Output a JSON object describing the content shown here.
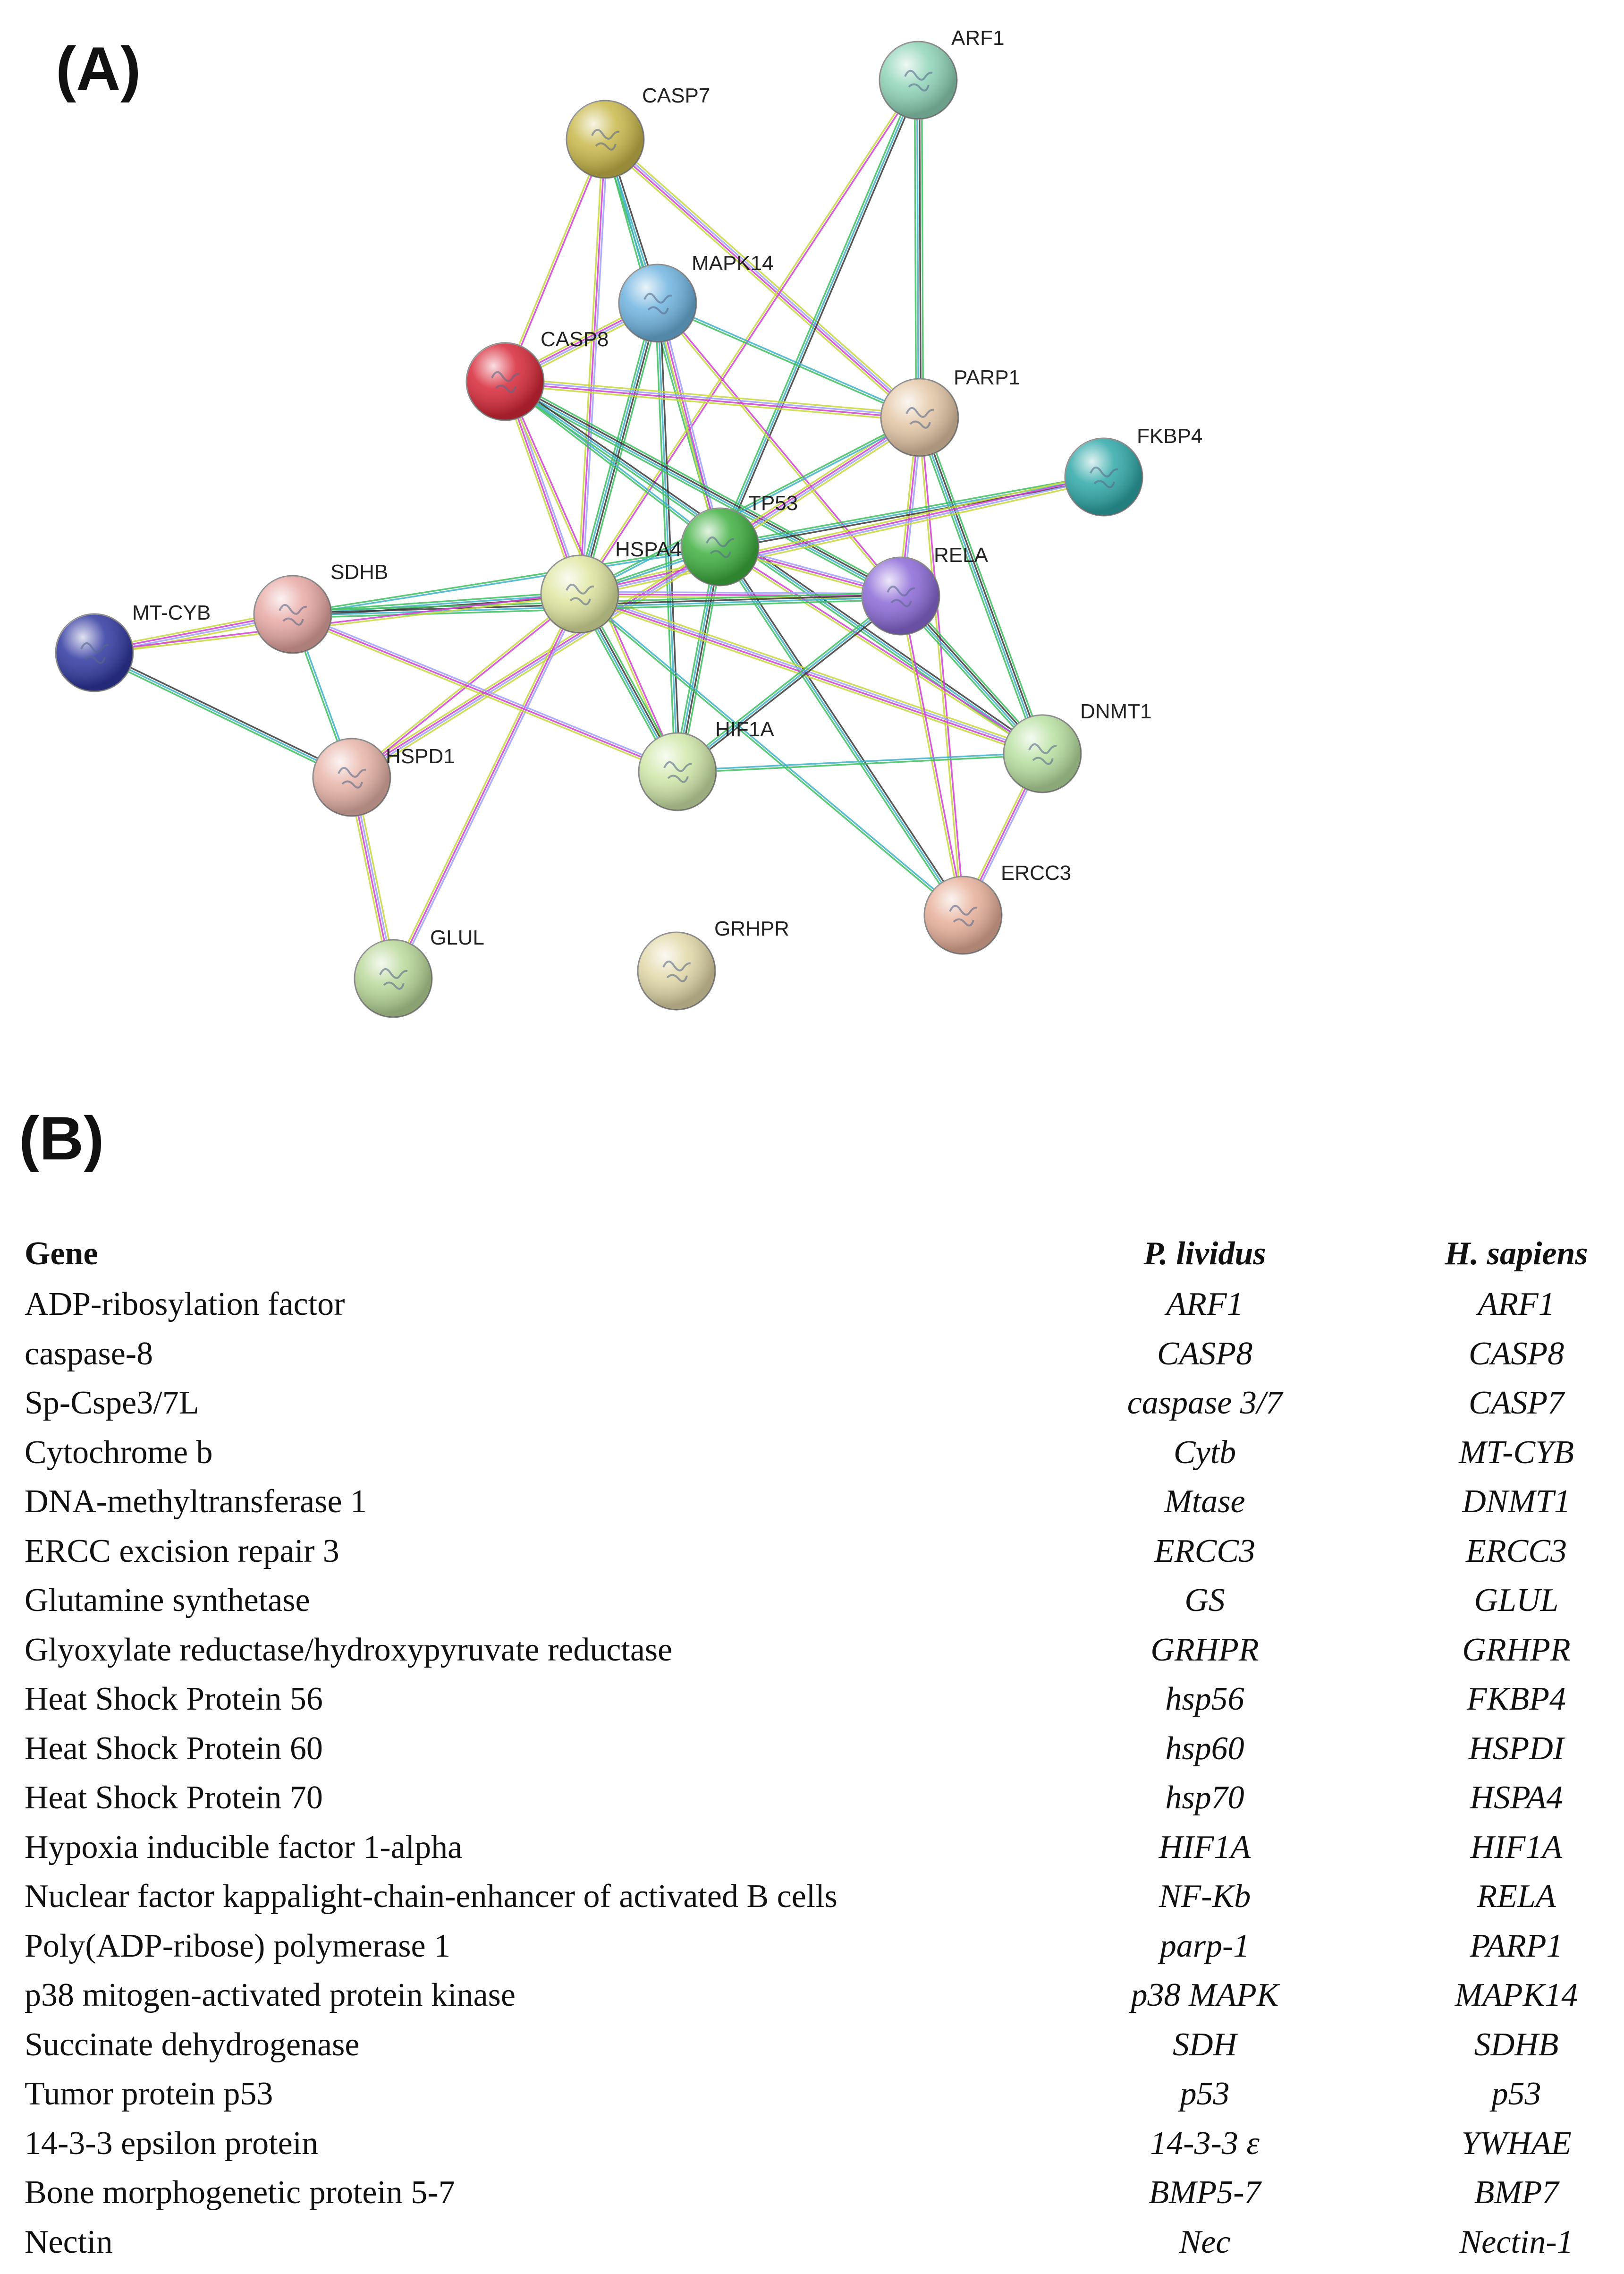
{
  "panel_a_label": "(A)",
  "panel_b_label": "(B)",
  "network": {
    "edge_palette": [
      "#d040d0",
      "#3a3a3a",
      "#c8d840",
      "#40b0c8",
      "#a0a0ff",
      "#40c060"
    ],
    "nodes": [
      {
        "id": "ARF1",
        "label": "ARF1",
        "color": "#8fd4b8"
      },
      {
        "id": "CASP7",
        "label": "CASP7",
        "color": "#c9b84a"
      },
      {
        "id": "MAPK14",
        "label": "MAPK14",
        "color": "#6fb4e0"
      },
      {
        "id": "CASP8",
        "label": "CASP8",
        "color": "#d82838"
      },
      {
        "id": "PARP1",
        "label": "PARP1",
        "color": "#e4c7a6"
      },
      {
        "id": "FKBP4",
        "label": "FKBP4",
        "color": "#2fa8a8"
      },
      {
        "id": "TP53",
        "label": "TP53",
        "color": "#3fb040"
      },
      {
        "id": "HSPA4",
        "label": "HSPA4",
        "color": "#dfe6a0"
      },
      {
        "id": "RELA",
        "label": "RELA",
        "color": "#8c6ad8"
      },
      {
        "id": "SDHB",
        "label": "SDHB",
        "color": "#e8a8a4"
      },
      {
        "id": "MT-CYB",
        "label": "MT-CYB",
        "color": "#3038a0"
      },
      {
        "id": "HSPD1",
        "label": "HSPD1",
        "color": "#e8b4a8"
      },
      {
        "id": "HIF1A",
        "label": "HIF1A",
        "color": "#cfe7a8"
      },
      {
        "id": "DNMT1",
        "label": "DNMT1",
        "color": "#b8e0a0"
      },
      {
        "id": "ERCC3",
        "label": "ERCC3",
        "color": "#e8b09a"
      },
      {
        "id": "GLUL",
        "label": "GLUL",
        "color": "#b8d898"
      },
      {
        "id": "GRHPR",
        "label": "GRHPR",
        "color": "#e2d8a8"
      }
    ],
    "edges": [
      [
        "CASP7",
        "CASP8"
      ],
      [
        "CASP7",
        "MAPK14"
      ],
      [
        "CASP7",
        "PARP1"
      ],
      [
        "CASP7",
        "TP53"
      ],
      [
        "CASP7",
        "HSPA4"
      ],
      [
        "ARF1",
        "PARP1"
      ],
      [
        "ARF1",
        "HSPA4"
      ],
      [
        "ARF1",
        "TP53"
      ],
      [
        "MAPK14",
        "CASP8"
      ],
      [
        "MAPK14",
        "PARP1"
      ],
      [
        "MAPK14",
        "TP53"
      ],
      [
        "MAPK14",
        "HSPA4"
      ],
      [
        "MAPK14",
        "RELA"
      ],
      [
        "MAPK14",
        "HIF1A"
      ],
      [
        "CASP8",
        "PARP1"
      ],
      [
        "CASP8",
        "TP53"
      ],
      [
        "CASP8",
        "HSPA4"
      ],
      [
        "CASP8",
        "RELA"
      ],
      [
        "CASP8",
        "HIF1A"
      ],
      [
        "CASP8",
        "DNMT1"
      ],
      [
        "PARP1",
        "TP53"
      ],
      [
        "PARP1",
        "HSPA4"
      ],
      [
        "PARP1",
        "RELA"
      ],
      [
        "PARP1",
        "DNMT1"
      ],
      [
        "PARP1",
        "ERCC3"
      ],
      [
        "FKBP4",
        "TP53"
      ],
      [
        "FKBP4",
        "HSPA4"
      ],
      [
        "TP53",
        "HSPA4"
      ],
      [
        "TP53",
        "RELA"
      ],
      [
        "TP53",
        "HIF1A"
      ],
      [
        "TP53",
        "DNMT1"
      ],
      [
        "TP53",
        "ERCC3"
      ],
      [
        "TP53",
        "HSPD1"
      ],
      [
        "TP53",
        "SDHB"
      ],
      [
        "HSPA4",
        "RELA"
      ],
      [
        "HSPA4",
        "HIF1A"
      ],
      [
        "HSPA4",
        "HSPD1"
      ],
      [
        "HSPA4",
        "SDHB"
      ],
      [
        "HSPA4",
        "DNMT1"
      ],
      [
        "HSPA4",
        "ERCC3"
      ],
      [
        "HSPA4",
        "GLUL"
      ],
      [
        "RELA",
        "DNMT1"
      ],
      [
        "RELA",
        "ERCC3"
      ],
      [
        "RELA",
        "HIF1A"
      ],
      [
        "SDHB",
        "MT-CYB"
      ],
      [
        "SDHB",
        "HSPD1"
      ],
      [
        "SDHB",
        "HIF1A"
      ],
      [
        "SDHB",
        "RELA"
      ],
      [
        "MT-CYB",
        "HSPA4"
      ],
      [
        "MT-CYB",
        "HSPD1"
      ],
      [
        "HSPD1",
        "GLUL"
      ],
      [
        "HIF1A",
        "DNMT1"
      ],
      [
        "DNMT1",
        "ERCC3"
      ]
    ]
  },
  "table": {
    "headers": [
      "Gene",
      "P. lividus",
      "H. sapiens"
    ],
    "rows": [
      [
        "ADP-ribosylation factor",
        "ARF1",
        "ARF1"
      ],
      [
        "caspase-8",
        "CASP8",
        "CASP8"
      ],
      [
        "Sp-Cspe3/7L",
        "caspase 3/7",
        "CASP7"
      ],
      [
        "Cytochrome b",
        "Cytb",
        "MT-CYB"
      ],
      [
        "DNA-methyltransferase 1",
        "Mtase",
        "DNMT1"
      ],
      [
        "ERCC excision repair 3",
        "ERCC3",
        "ERCC3"
      ],
      [
        "Glutamine synthetase",
        "GS",
        "GLUL"
      ],
      [
        "Glyoxylate reductase/hydroxypyruvate reductase",
        "GRHPR",
        "GRHPR"
      ],
      [
        "Heat Shock Protein 56",
        "hsp56",
        "FKBP4"
      ],
      [
        "Heat Shock Protein 60",
        "hsp60",
        "HSPDI"
      ],
      [
        "Heat Shock Protein 70",
        "hsp70",
        "HSPA4"
      ],
      [
        "Hypoxia inducible factor 1-alpha",
        "HIF1A",
        "HIF1A"
      ],
      [
        "Nuclear factor kappalight-chain-enhancer of activated B cells",
        "NF-Kb",
        "RELA"
      ],
      [
        "Poly(ADP-ribose) polymerase 1",
        "parp-1",
        "PARP1"
      ],
      [
        "p38 mitogen-activated protein kinase",
        "p38 MAPK",
        "MAPK14"
      ],
      [
        "Succinate dehydrogenase",
        "SDH",
        "SDHB"
      ],
      [
        "Tumor protein p53",
        "p53",
        "p53"
      ],
      [
        "14-3-3 epsilon protein",
        "14-3-3 ε",
        "YWHAE"
      ],
      [
        "Bone morphogenetic protein 5-7",
        "BMP5-7",
        "BMP7"
      ],
      [
        "Nectin",
        "Nec",
        "Nectin-1"
      ]
    ]
  }
}
